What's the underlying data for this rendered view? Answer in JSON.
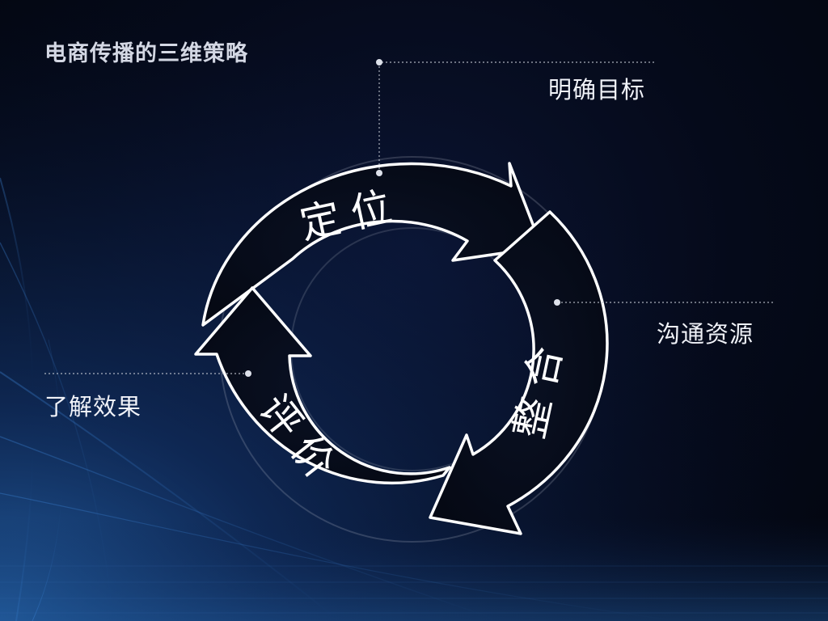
{
  "title": "电商传播的三维策略",
  "cycle": {
    "stages": [
      {
        "label": "定位",
        "callout": "明确目标"
      },
      {
        "label": "整合",
        "callout": "沟通资源"
      },
      {
        "label": "评价",
        "callout": "了解效果"
      }
    ]
  }
}
